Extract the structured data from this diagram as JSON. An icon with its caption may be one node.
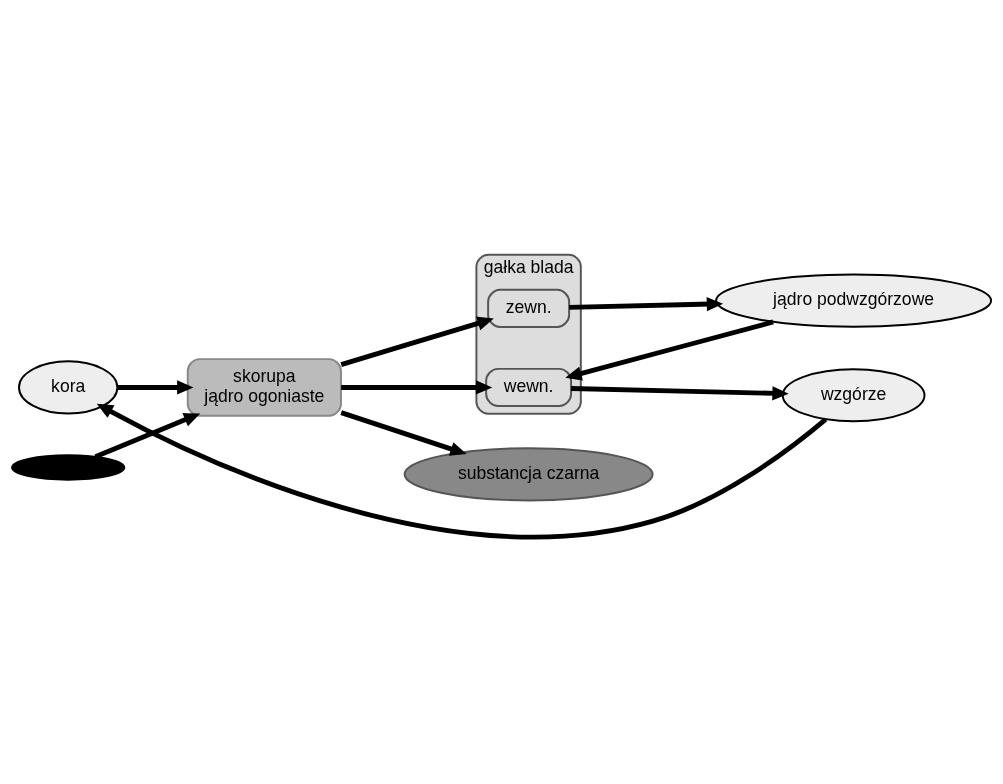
{
  "diagram": {
    "nodes": [
      {
        "text": [
          "kora"
        ]
      },
      {
        "text": [
          "skorupa",
          "jądro ogoniaste"
        ]
      },
      {
        "text": [
          "gałka blada"
        ]
      },
      {
        "text": [
          "zewn."
        ],
        "in": 2
      },
      {
        "text": [
          "wewn."
        ],
        "in": 2
      },
      {
        "text": [
          "wzgórze"
        ]
      },
      {
        "text": [
          "jądro podwzgórzowe"
        ]
      },
      {
        "text": [],
        "shape": "ellipse"
      },
      {
        "text": [
          "substancja czarna"
        ]
      }
    ],
    "edges": [
      {
        "from": 0,
        "to": 1,
        "arrow": "to"
      },
      {
        "from": 1,
        "to": 3,
        "arrow": "to"
      },
      {
        "from": 1,
        "to": 4,
        "arrow": "to"
      },
      {
        "from": 4,
        "to": 5,
        "arrow": "to"
      },
      {
        "from": 5,
        "to": 0,
        "arrow": "to"
      },
      {
        "from": 3,
        "to": 6,
        "arrow": "to"
      },
      {
        "from": 6,
        "to": 4,
        "arrow": "to"
      },
      {
        "from": 1,
        "to": 8,
        "arrow": "to"
      },
      {
        "from": 7,
        "to": 1,
        "arrow": "to"
      }
    ]
  }
}
